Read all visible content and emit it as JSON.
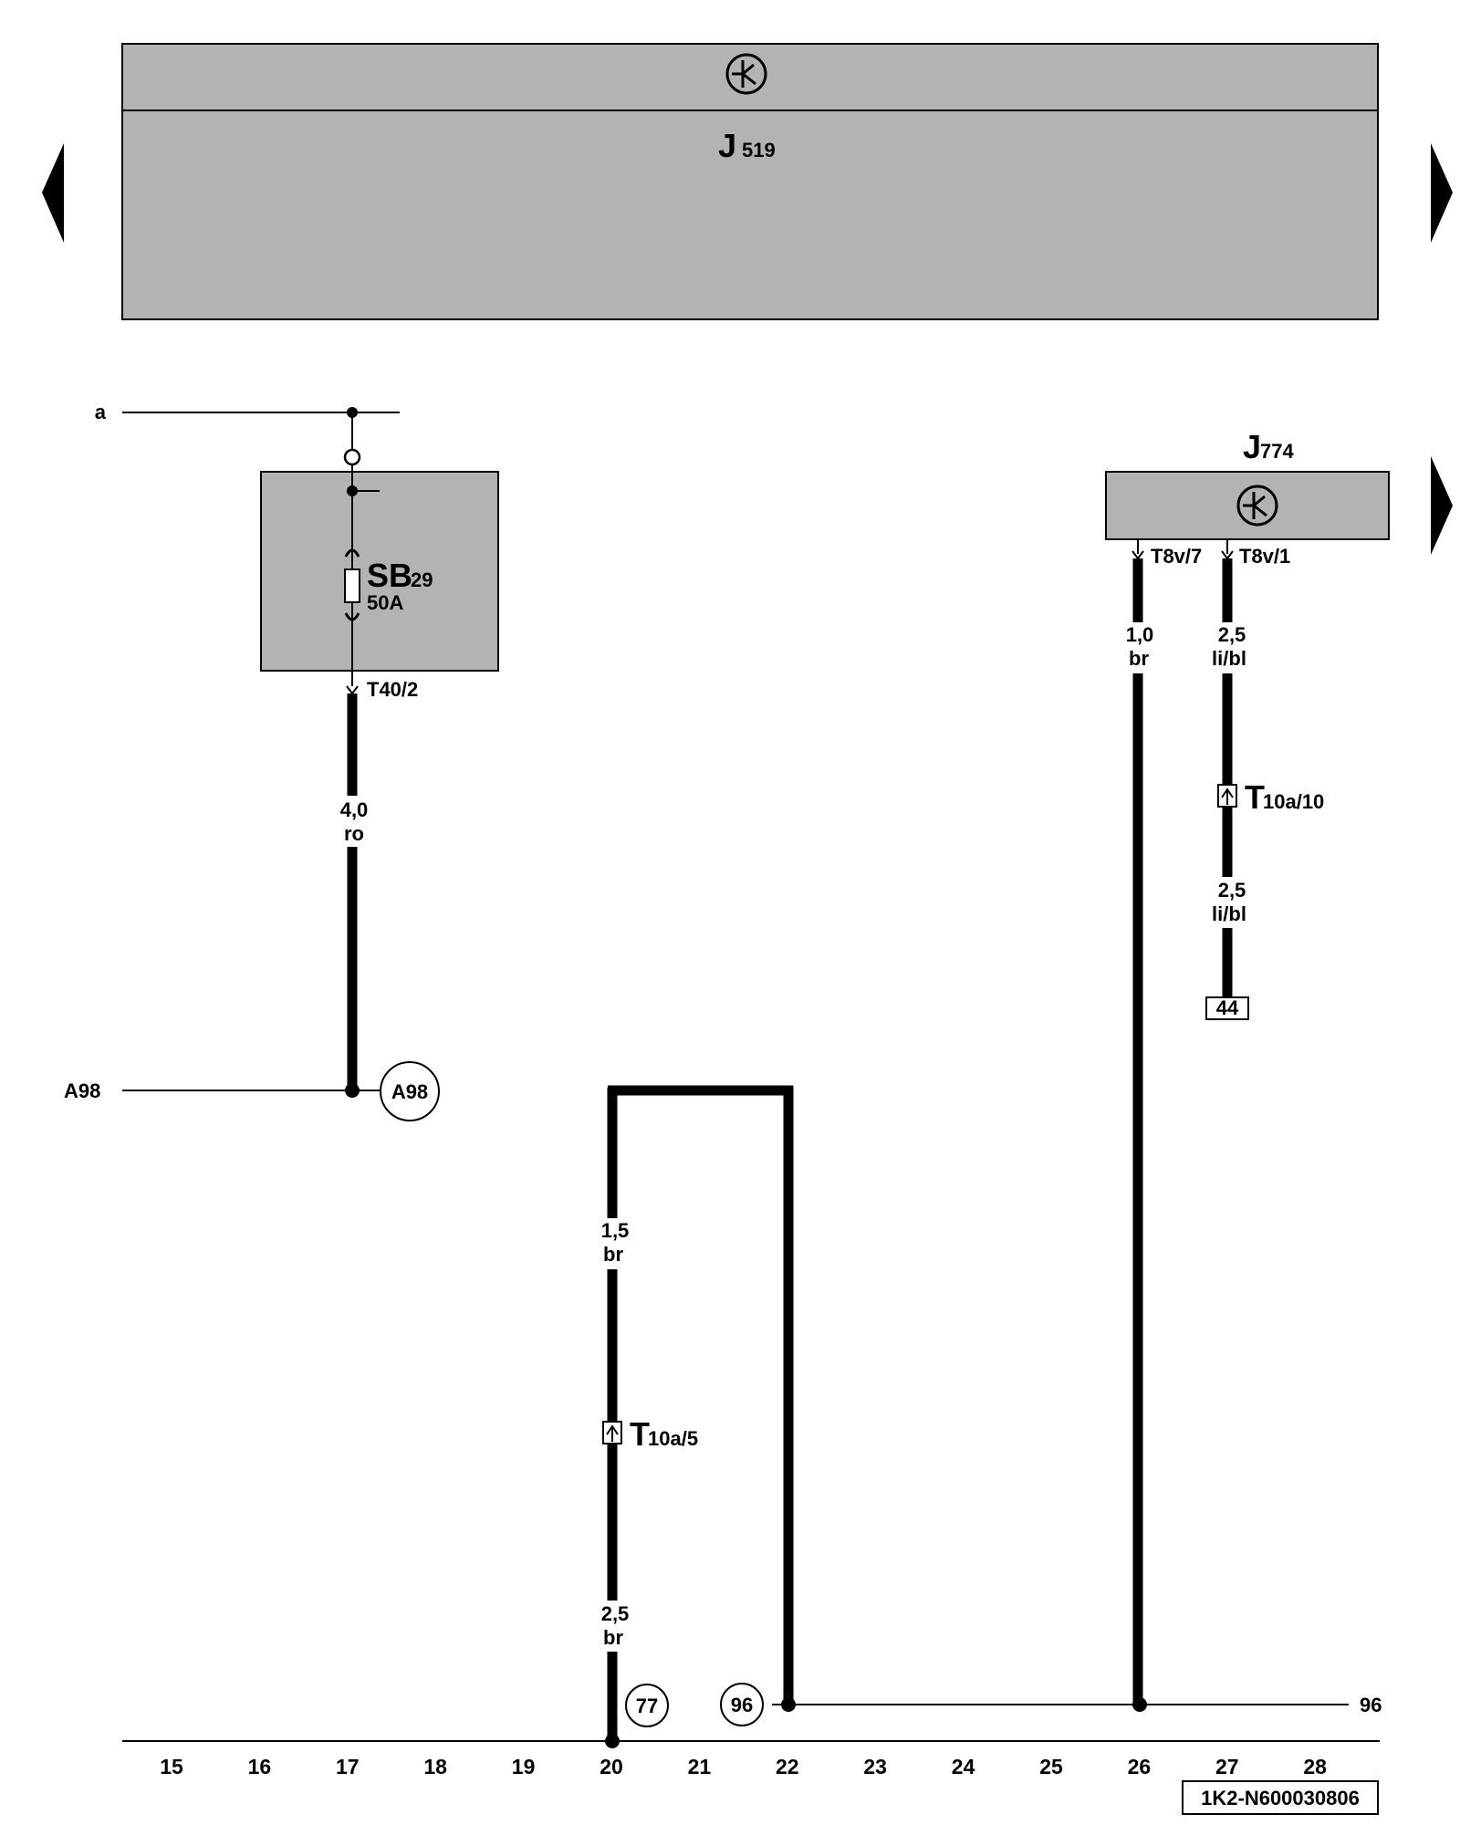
{
  "control_units": {
    "j519": {
      "letter": "J",
      "number": "519"
    },
    "j774": {
      "letter": "J",
      "number": "774"
    }
  },
  "fuse": {
    "name": "SB",
    "number": "29",
    "rating": "50A",
    "connector": "T40/2"
  },
  "wires": {
    "w17": {
      "size": "4,0",
      "color": "ro"
    },
    "w20a": {
      "size": "1,5",
      "color": "br"
    },
    "w20b": {
      "size": "2,5",
      "color": "br"
    },
    "w26": {
      "size": "1,0",
      "color": "br"
    },
    "w27a": {
      "size": "2,5",
      "color": "li/bl"
    },
    "w27b": {
      "size": "2,5",
      "color": "li/bl"
    }
  },
  "connectors": {
    "t8v7": "T8v/7",
    "t8v1": "T8v/1",
    "t10a10": {
      "letter": "T",
      "sub": "10a/10"
    },
    "t10a5": {
      "letter": "T",
      "sub": "10a/5"
    }
  },
  "line_labels": {
    "a": "a",
    "a98": "A98",
    "right96": "96"
  },
  "circles": {
    "a98": "A98",
    "c77": "77",
    "c96": "96"
  },
  "box_ref": "44",
  "columns": [
    "15",
    "16",
    "17",
    "18",
    "19",
    "20",
    "21",
    "22",
    "23",
    "24",
    "25",
    "26",
    "27",
    "28"
  ],
  "diagram_id": "1K2-N600030806"
}
